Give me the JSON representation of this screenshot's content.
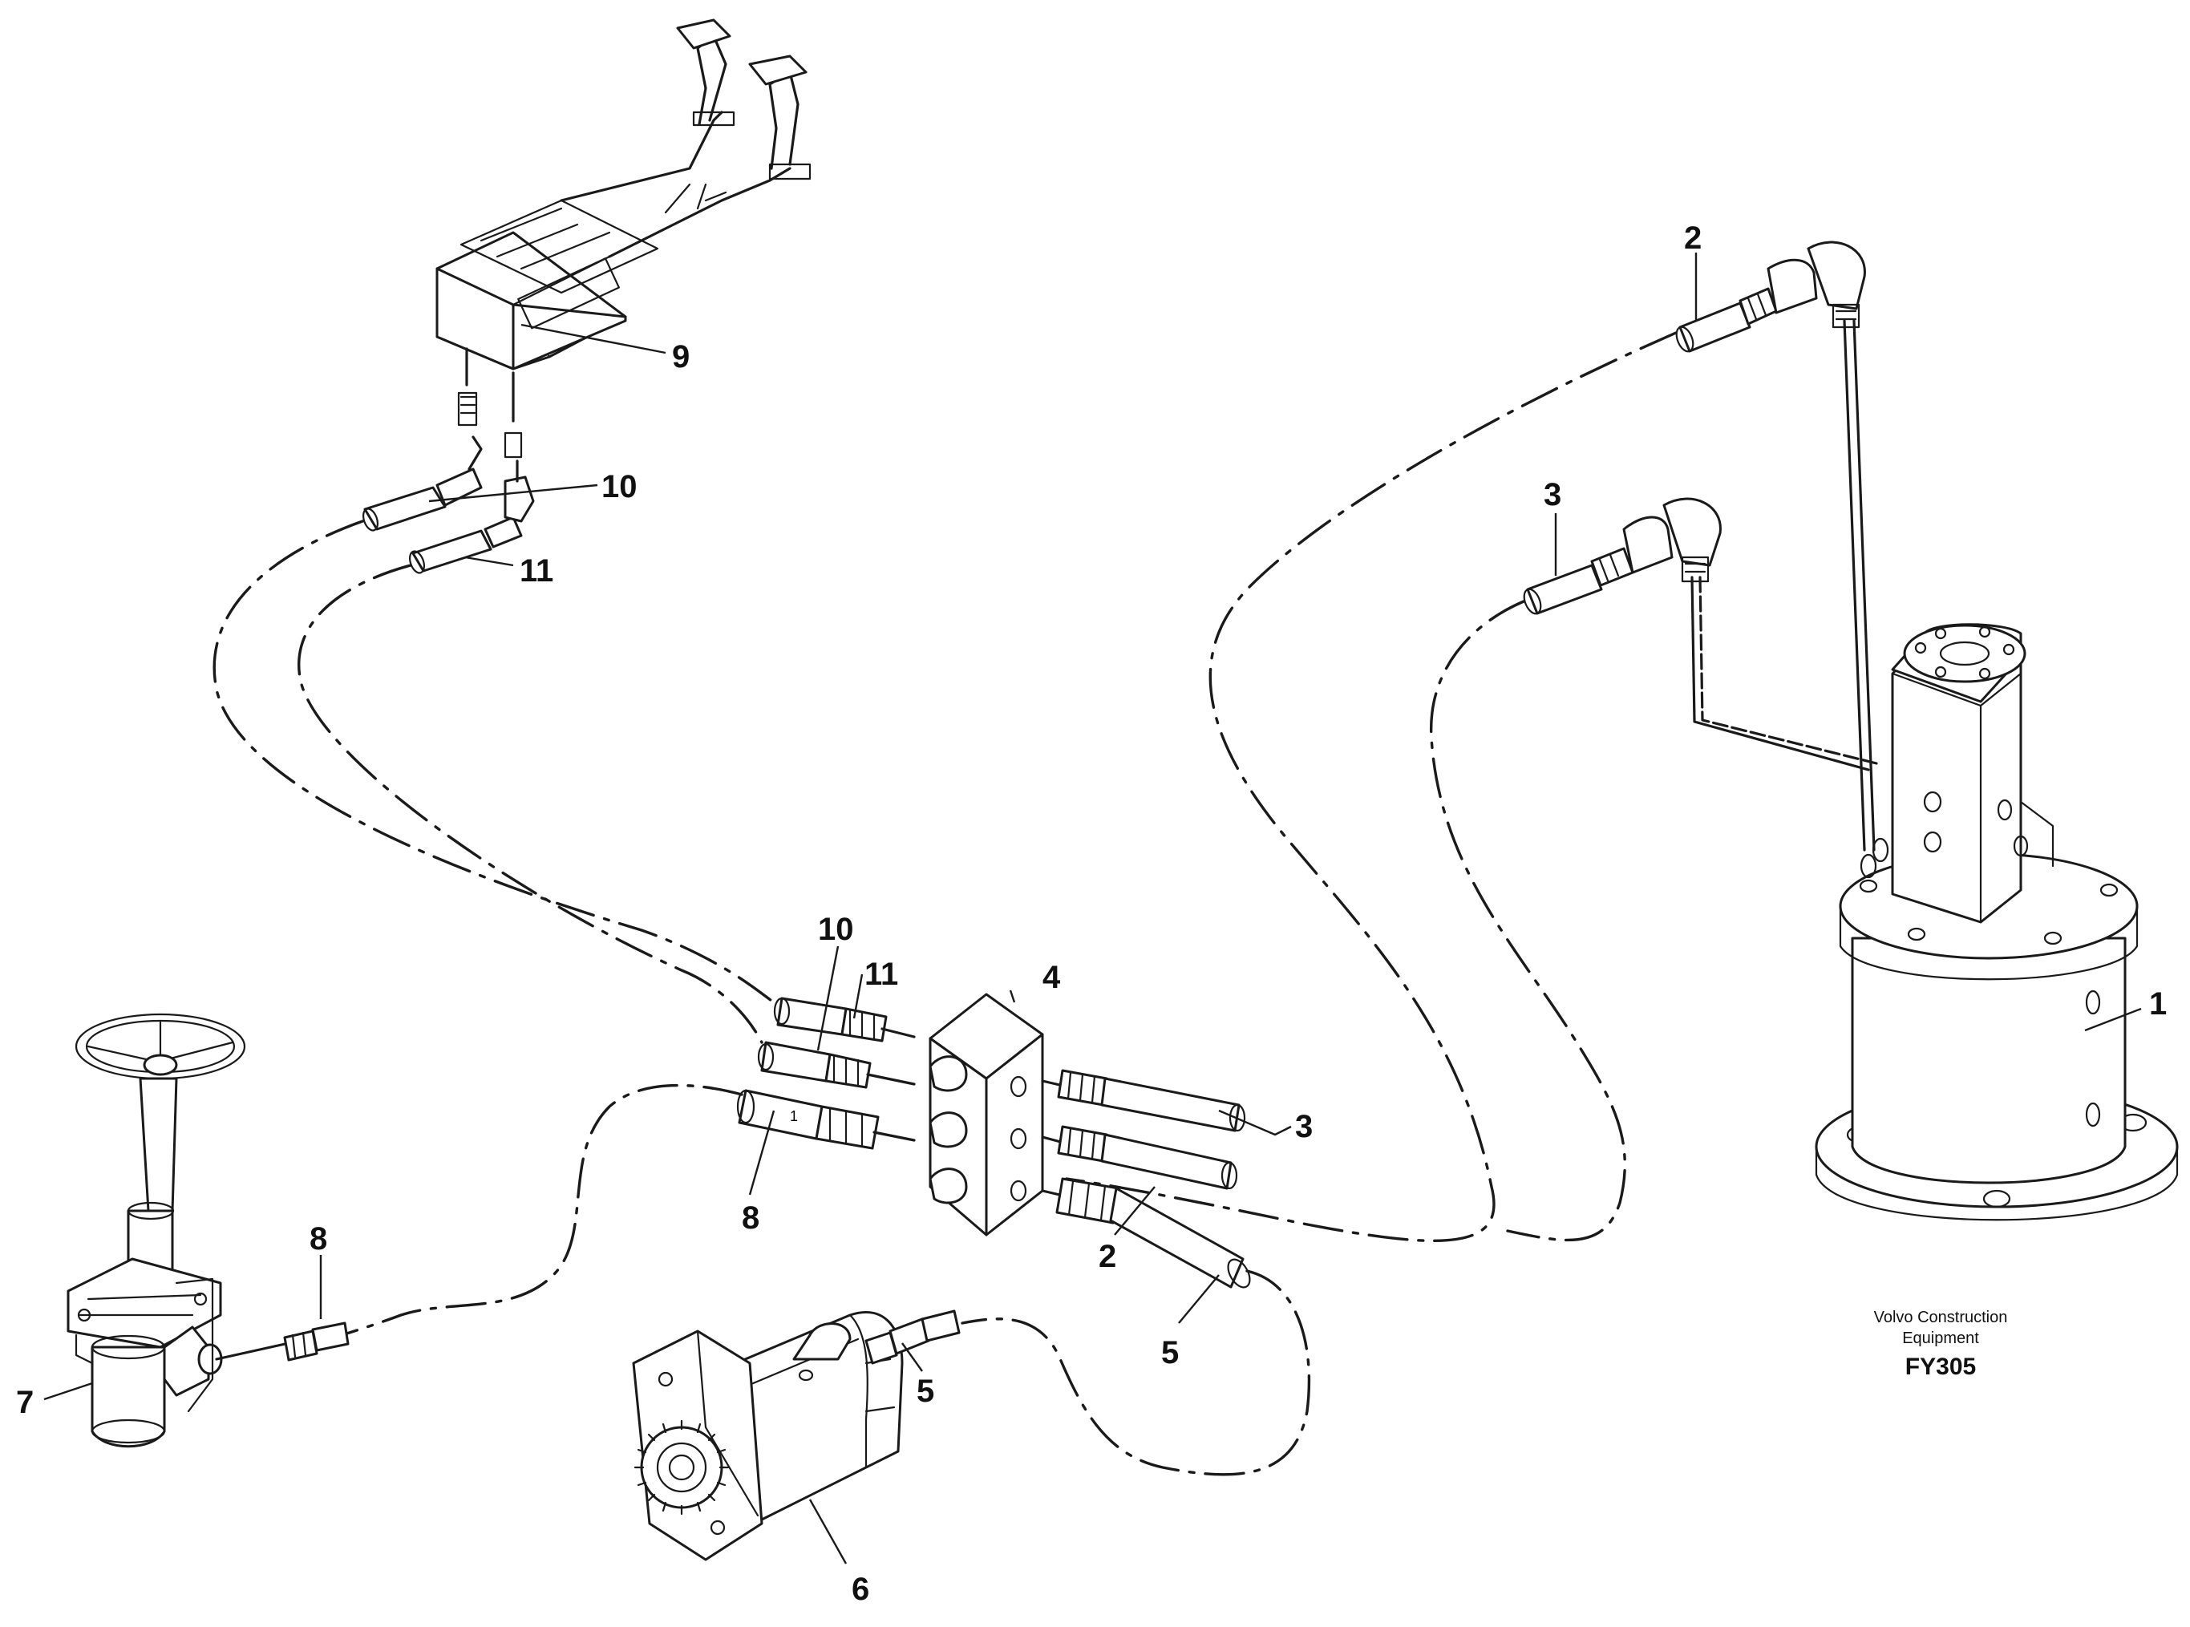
{
  "diagram": {
    "callouts": {
      "c1": "1",
      "c2_top": "2",
      "c2_block": "2",
      "c3_top": "3",
      "c3_block": "3",
      "c4": "4",
      "c5_block": "5",
      "c5_motor": "5",
      "c6": "6",
      "c7": "7",
      "c8_block": "8",
      "c8_column": "8",
      "c9": "9",
      "c10_top": "10",
      "c10_block": "10",
      "c11_top": "11",
      "c11_block": "11"
    },
    "caption": {
      "maker_line1": "Volvo Construction",
      "maker_line2": "Equipment",
      "code": "FY305"
    }
  }
}
